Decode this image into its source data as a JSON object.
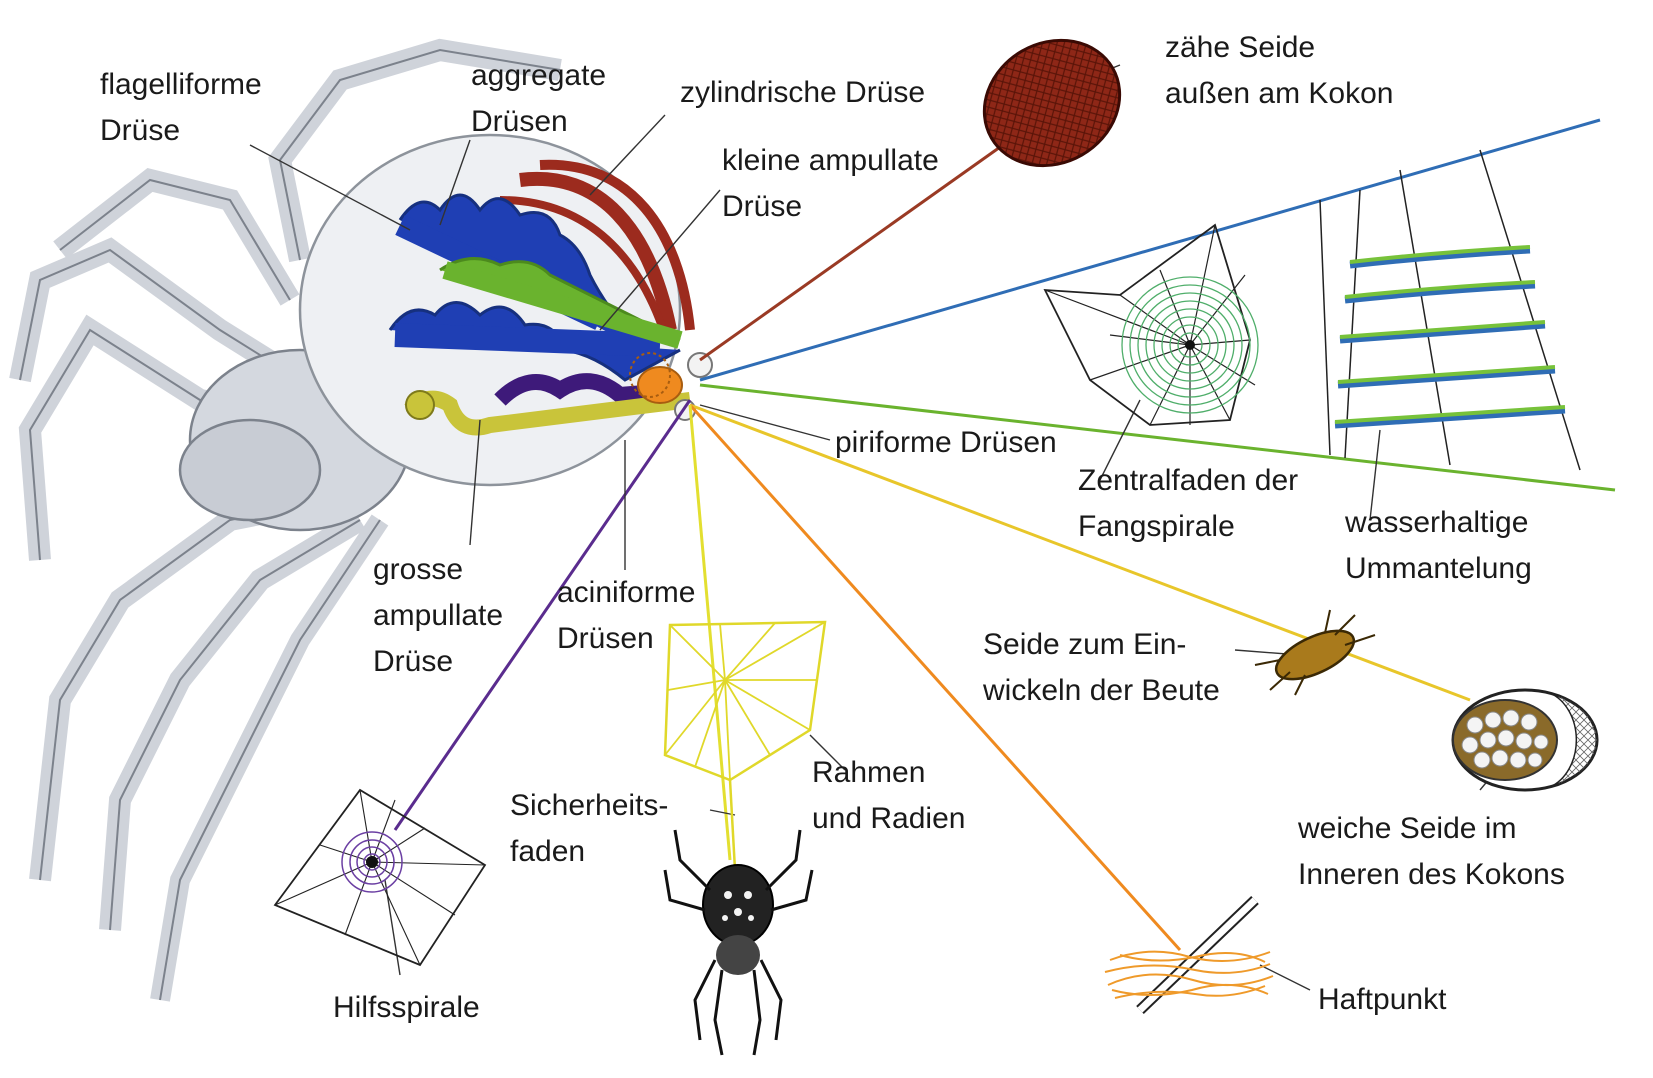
{
  "labels": {
    "flagelliform": [
      "flagelliforme",
      "Drüse"
    ],
    "aggregate": [
      "aggregate",
      "Drüsen"
    ],
    "cylindrical": [
      "zylindrische Drüse"
    ],
    "minor_ampullate": [
      "kleine ampullate",
      "Drüse"
    ],
    "tough_silk": [
      "zähe Seide",
      "außen am Kokon"
    ],
    "piriform": [
      "piriforme Drüsen"
    ],
    "central_thread": [
      "Zentralfaden der",
      "Fangspirale"
    ],
    "aqueous_coating": [
      "wasserhaltige",
      "Ummantelung"
    ],
    "major_ampullate": [
      "grosse",
      "ampullate",
      "Drüse"
    ],
    "aciniform": [
      "aciniforme",
      "Drüsen"
    ],
    "wrapping_silk": [
      "Seide zum Ein-",
      "wickeln der Beute"
    ],
    "frame_radii": [
      "Rahmen",
      "und Radien"
    ],
    "dragline": [
      "Sicherheits-",
      "faden"
    ],
    "soft_silk": [
      "weiche Seide im",
      "Inneren des Kokons"
    ],
    "auxiliary_spiral": [
      "Hilfsspirale"
    ],
    "attachment": [
      "Haftpunkt"
    ]
  },
  "colors": {
    "tubuliform_brown": "#8b2a1a",
    "flagelliform_blue": "#2f6db5",
    "aggregate_green": "#6ab32e",
    "aciniform_yellow": "#e8c62a",
    "ampullate_yellow": "#e3df30",
    "piriform_orange": "#ef8a1f",
    "minor_ampullate_purple": "#5a2c8e",
    "aggregate_gland_blue": "#1f3fb4",
    "cylindrical_red": "#9c2b1e",
    "spider_gray": "#c9ccd3"
  },
  "icons": [
    "spider-illustration",
    "egg-sac-icon",
    "orb-web-icon",
    "capture-spiral-icon",
    "wrapped-prey-icon",
    "cocoon-section-icon",
    "frame-web-icon",
    "small-spider-icon",
    "auxiliary-web-icon",
    "attachment-disc-icon"
  ]
}
